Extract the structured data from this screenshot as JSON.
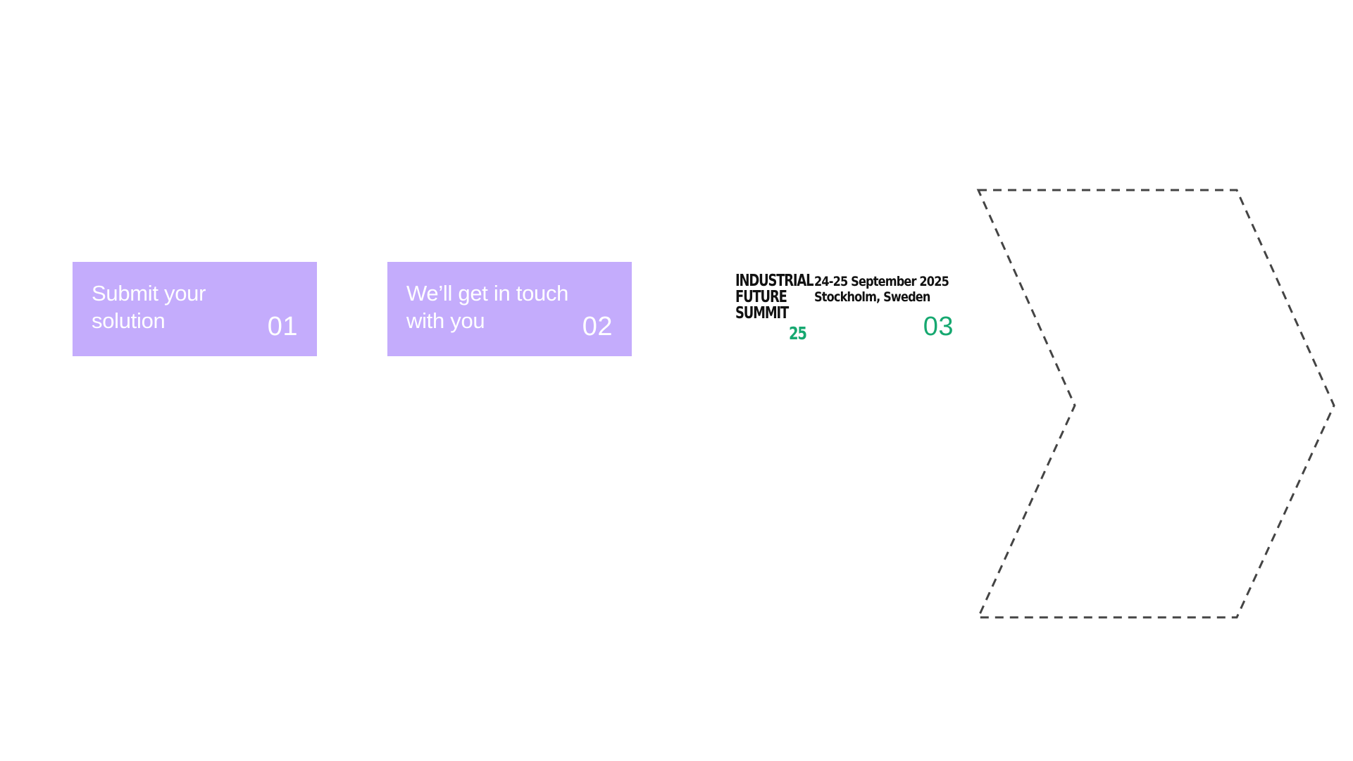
{
  "steps": [
    {
      "label": "Submit your solution",
      "number": "01"
    },
    {
      "label": "We’ll get in touch with you",
      "number": "02"
    }
  ],
  "event": {
    "logo_lines": [
      "INDUSTRIAL",
      "FUTURE",
      "SUMMIT"
    ],
    "logo_year": "25",
    "dates": "24-25 September 2025",
    "location": "Stockholm, Sweden",
    "number": "03"
  },
  "colors": {
    "box_fill": "#c4acfc",
    "box_text": "#ffffff",
    "accent_green": "#16a870",
    "logo_text": "#111111",
    "dash_stroke": "#444444"
  },
  "icons": {
    "chevron": "chevron-outline-icon"
  }
}
